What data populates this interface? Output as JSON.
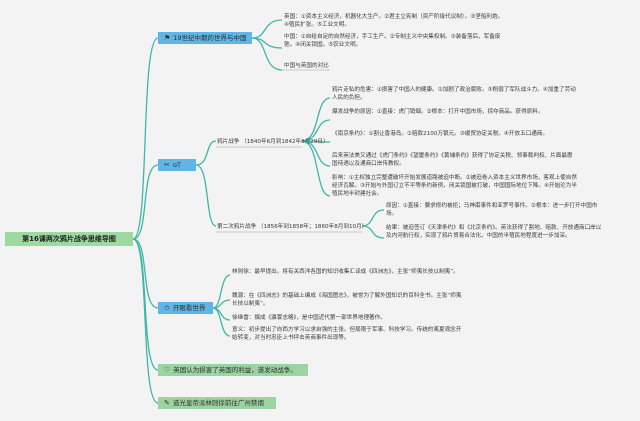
{
  "root": "第16课两次鸦片战争思维导图",
  "branches": {
    "b1": {
      "label": "19世纪中期的世界与中国",
      "icon": "flag-icon",
      "england": "英国：①资本主义经济，机器化大生产。②君主立宪制（资产阶级代议制）。③坚船利炮。④殖民扩张。⑤工业文明。",
      "china": "中国：①自给自足的自然经济，手工生产。②专制主义中央集权制。③装备落后，军备废弛。④闭关锁国。⑤农业文明。",
      "compare": "中国与英国的对比"
    },
    "b2": {
      "label": "ɑT",
      "icon": "tools-icon",
      "opium": {
        "title": "鸦片战争 （1840年6月到1842年8月29日）",
        "reason": "鸦片走私的危害：①损害了中国人的健康。②加剧了政治腐败。③削弱了军队战斗力。④加重了劳动人民的负担。",
        "root_cause": "爆发战争的原因：①直接：虎门销烟。②根本：打开中国市场，掠夺商品。获得原料。",
        "treaty": "《南京条约》：①割让香港岛。②赔款2100万银元。③缓贸协定关税。④开放五口通商。",
        "later": "后来英法美又通过《虎门条约》《望厦条约》《黄埔条约》获得了协定关税、领事裁判权、片面最惠国待遇以及通商口岸传教权。",
        "impact": "影响：①主权独立完整遭破坏开始发展道路被迫中断。②被迫卷入资本主义世界市场，客观上使自然经济瓦解。③开始与外国订立不平等条约新例，闭关锁国被打破，中国国际地位下降。④开始沦为半殖民地半封建社会。"
      },
      "second": {
        "title": "第二次鸦片战争 （1856年到1858年；1860年8月到10月）",
        "cause": "原因：①直接：要求修约被拒；马神甫事件和亚罗号事件。②根本：进一步打开中国市场。",
        "result": "结果：被迫签订《天津条约》和《北京条约》。英法获得了割地、赔款、开放通商口岸以及内河航行权，实现了鸦片贸易合法化。中国的半殖民地程度进一步加深。"
      }
    },
    "b3": {
      "label": "开眼看世界",
      "icon": "star-icon",
      "lin": "林则徐：最早提出。将有关西洋各国的知识收集汇译成《四洲志》，主张“师夷长技以制夷”。",
      "wei": "魏源：在《四洲志》的基础上编成《海国图志》，被誉为了解外国知识的百科全书。主张“师夷长技以制夷”。",
      "xu": "徐继畬：撰成《瀛寰志略》，是中国近代第一部世界地理著作。",
      "meaning": "意义：初步提出了向西方学习以求自强的主张。但局限于军事、科技学习。传统的夷夏观念开始转变，对当时忠臣上书抨击英商事件出现等。"
    },
    "b4": {
      "label": "英国认为损害了英国的利益，遂发动战争。",
      "icon": "heart-icon"
    },
    "b5": {
      "label": "道光皇帝派林则徐前往广州禁烟",
      "icon": "note-icon"
    }
  },
  "colors": {
    "line": "#3fb6a8",
    "blue": "#5fb5e6",
    "green": "#9bd4a0"
  }
}
